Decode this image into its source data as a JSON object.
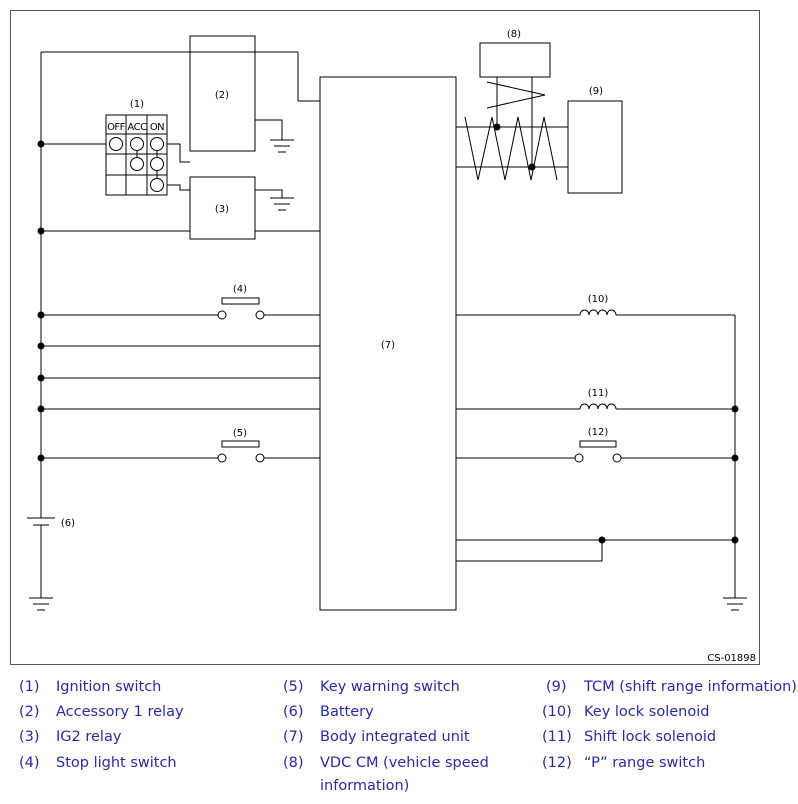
{
  "diagram": {
    "callouts": {
      "c1": "(1)",
      "c2": "(2)",
      "c3": "(3)",
      "c4": "(4)",
      "c5": "(5)",
      "c6": "(6)",
      "c7": "(7)",
      "c8": "(8)",
      "c9": "(9)",
      "c10": "(10)",
      "c11": "(11)",
      "c12": "(12)"
    },
    "ignition_positions": {
      "off": "OFF",
      "acc": "ACC",
      "on": "ON"
    },
    "code": "CS-01898",
    "line_color": "#000000",
    "legend_color": "#2a2aa0"
  },
  "legend": [
    {
      "num": "(1)",
      "text": "Ignition switch"
    },
    {
      "num": "(2)",
      "text": "Accessory 1 relay"
    },
    {
      "num": "(3)",
      "text": "IG2 relay"
    },
    {
      "num": "(4)",
      "text": "Stop light switch"
    },
    {
      "num": "(5)",
      "text": "Key warning switch"
    },
    {
      "num": "(6)",
      "text": "Battery"
    },
    {
      "num": "(7)",
      "text": "Body integrated unit"
    },
    {
      "num": "(8)",
      "text": "VDC CM (vehicle speed information)"
    },
    {
      "num": "(9)",
      "text": "TCM (shift range information)"
    },
    {
      "num": "(10)",
      "text": "Key lock solenoid"
    },
    {
      "num": "(11)",
      "text": "Shift lock solenoid"
    },
    {
      "num": "(12)",
      "text": "“P” range switch"
    }
  ]
}
